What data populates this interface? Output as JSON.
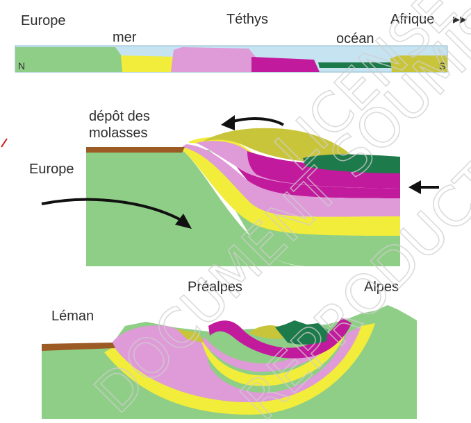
{
  "panel_top": {
    "labels": {
      "europe": "Europe",
      "tethys": "Téthys",
      "afrique": "Afrique",
      "afrique_arrow": "▸▸",
      "mer": "mer",
      "ocean": "océan",
      "north": "N",
      "south": "S"
    }
  },
  "panel_middle": {
    "labels": {
      "depot_line1": "dépôt des",
      "depot_line2": "molasses",
      "europe": "Europe"
    }
  },
  "panel_bottom": {
    "labels": {
      "leman": "Léman",
      "prealpes": "Préalpes",
      "alpes": "Alpes"
    }
  },
  "watermark": {
    "lines": [
      "DOCUMENT SOUMIS",
      "LICENSE",
      "REPRODUCTION"
    ]
  },
  "colors": {
    "light_green": "#8fce86",
    "yellow": "#f2ec3a",
    "pink": "#df9ad8",
    "magenta": "#c21a9c",
    "dark_green": "#1d7a4a",
    "olive": "#c9c53a",
    "brown": "#9c5a24",
    "sea": "#c6e3f1"
  }
}
